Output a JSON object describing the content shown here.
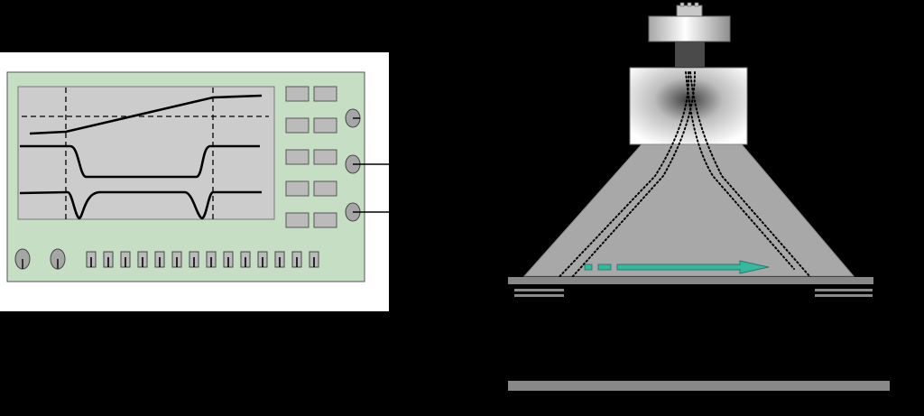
{
  "colors": {
    "background": "#000000",
    "panel_frame": "#ffffff",
    "instrument_body": "#c5dec4",
    "screen": "#cccccc",
    "trace": "#000000",
    "button": "#bbbbbb",
    "knob": "#a6a6a6",
    "chamber": "#a8a8a8",
    "plate": "#888888",
    "arrow": "#35b89d"
  },
  "icons": {
    "knob": "rotary-knob-icon",
    "switch": "toggle-switch-icon",
    "arrow": "right-arrow-icon"
  },
  "instrument": {
    "screen_button_rows": 5,
    "screen_button_columns": 2,
    "side_knobs": 3,
    "bottom_knobs": 2,
    "bottom_switches": 14,
    "traces": [
      "ramp",
      "step-pulse",
      "derivative-spikes"
    ]
  },
  "apparatus": {
    "scan_direction": "right"
  }
}
